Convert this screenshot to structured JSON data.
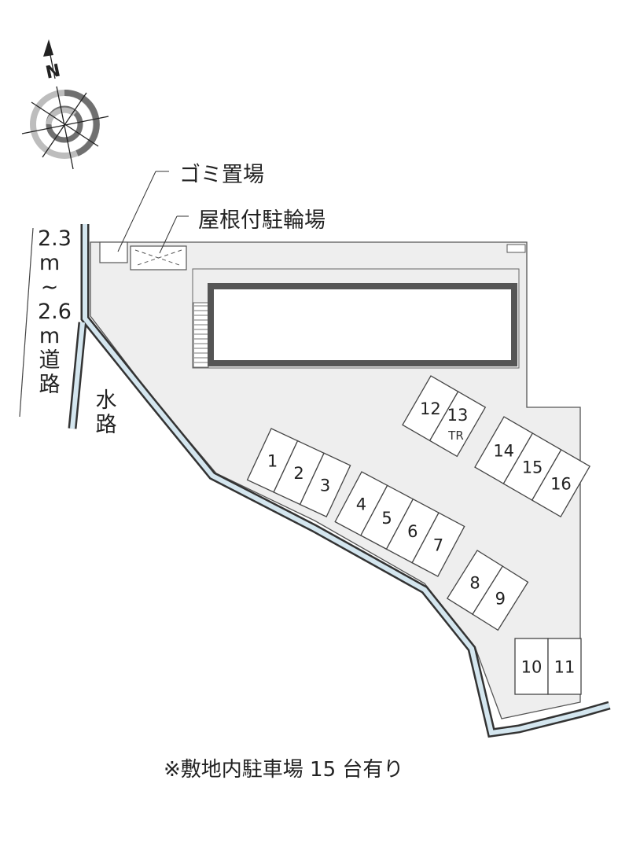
{
  "labels": {
    "garbage": "ゴミ置場",
    "bicycle": "屋根付駐輪場",
    "road_width": [
      "2.3",
      "m",
      "~",
      "2.6",
      "m",
      "道",
      "路"
    ],
    "waterway": [
      "水",
      "路"
    ],
    "compass_north": "N",
    "tr_label": "TR",
    "footnote": "※敷地内駐車場 15 台有り"
  },
  "parking": {
    "group_a": [
      "1",
      "2",
      "3"
    ],
    "group_b": [
      "4",
      "5",
      "6",
      "7"
    ],
    "group_c": [
      "8",
      "9"
    ],
    "group_d": [
      "12",
      "13"
    ],
    "group_e": [
      "14",
      "15",
      "16"
    ],
    "group_f": [
      "10",
      "11"
    ]
  },
  "colors": {
    "site": "#eeeeee",
    "line": "#555555",
    "water": "#cfe0ea",
    "ring_dark": "#707070",
    "ring_light": "#bdbdbd"
  }
}
